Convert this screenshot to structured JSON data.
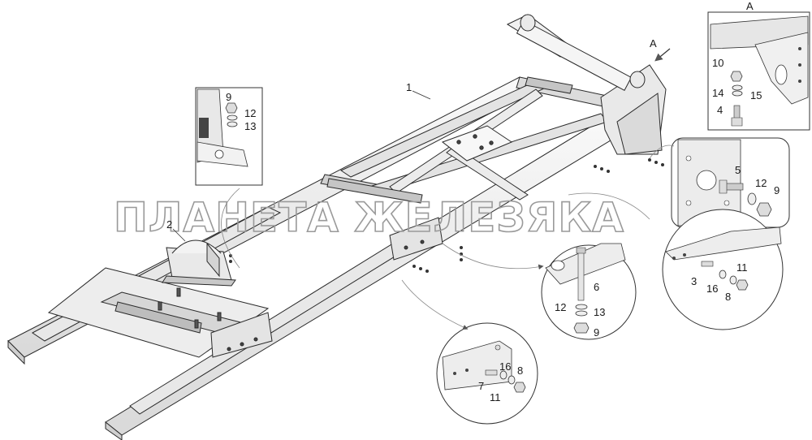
{
  "view_label": "А",
  "arrow_label": "А",
  "watermark": "ПЛАНЕТА ЖЕЛЕЗЯКА",
  "callouts": {
    "frame": "1",
    "support": "2",
    "mainView": {
      "bolt_6": "6",
      "washer_12": "12",
      "washer_13": "13",
      "nut_9": "9"
    },
    "insetTopLeft": {
      "nut_9": "9",
      "washer_12": "12",
      "washer_13": "13"
    },
    "insetA": {
      "nut_10": "10",
      "washer_14": "14",
      "washer_15": "15",
      "bolt_4": "4"
    },
    "insetRightPlate": {
      "bolt_5": "5",
      "washer_12": "12",
      "nut_9": "9"
    },
    "insetRightCircle": {
      "bolt_3": "3",
      "washer_16": "16",
      "washer_11": "11",
      "nut_8": "8"
    },
    "insetBottom": {
      "bolt_7": "7",
      "washer_16": "16",
      "washer_11": "11",
      "nut_8": "8"
    }
  },
  "colors": {
    "frame_fill": "#f2f2f2",
    "frame_dark": "#c9c9c9",
    "line": "#2a2a2a",
    "leader": "#7a7a7a"
  }
}
